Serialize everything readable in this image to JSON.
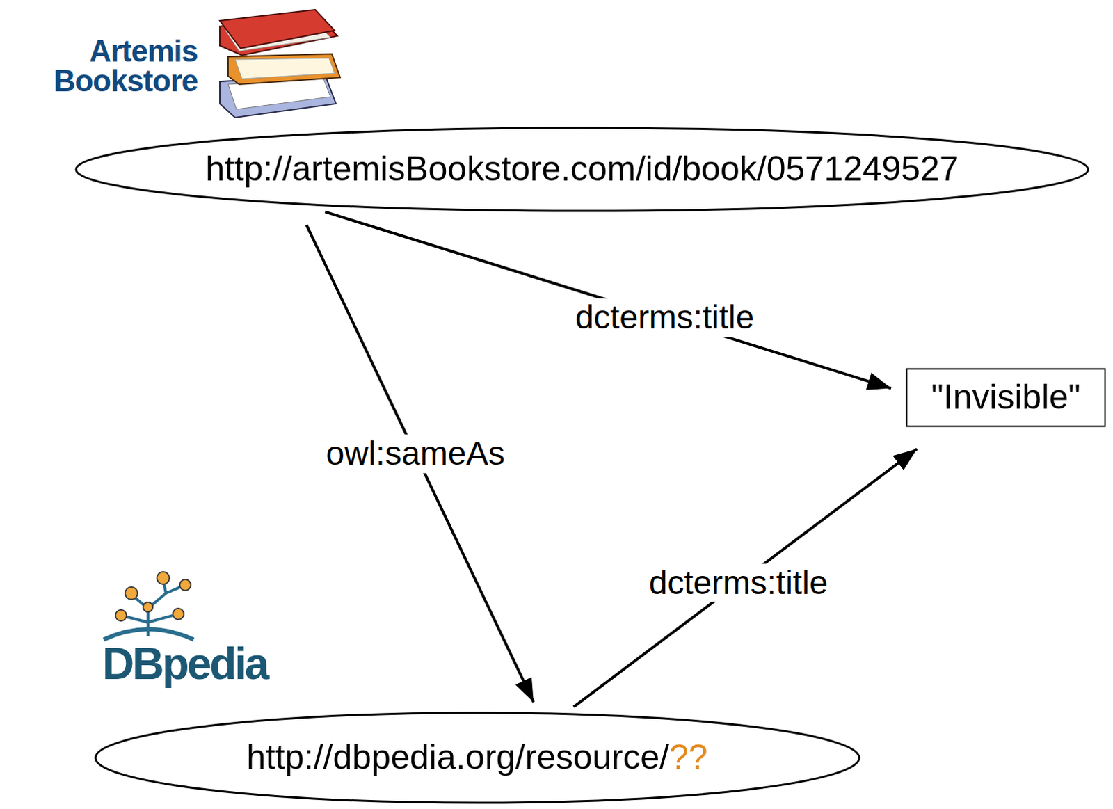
{
  "diagram": {
    "nodes": [
      {
        "text": [
          "http://artemisBookstore.com/id/book/0571249527"
        ]
      },
      {
        "text": [
          "\"Invisible\""
        ]
      },
      {
        "text": [
          "http://dbpedia.org/resource/",
          "??"
        ]
      }
    ],
    "edges": [
      {
        "from": 0,
        "to": 1,
        "arrow": "to",
        "label": "dcterms:title"
      },
      {
        "from": 0,
        "to": 2,
        "arrow": "to",
        "label": "owl:sameAs"
      },
      {
        "from": 2,
        "to": 1,
        "arrow": "to",
        "label": "dcterms:title"
      }
    ],
    "labels": [
      "Artemis Bookstore",
      "DBpedia"
    ]
  }
}
